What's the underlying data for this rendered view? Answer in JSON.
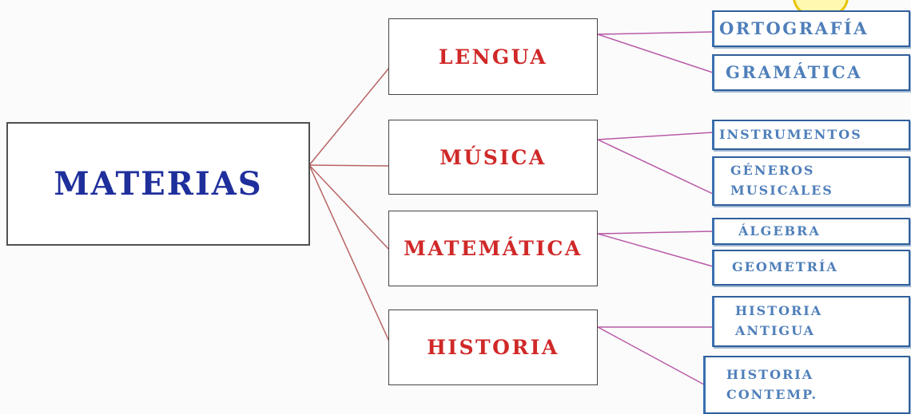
{
  "root": {
    "label": "MATERIAS"
  },
  "colors": {
    "root_text": "#1f2f9c",
    "category_text": "#d02828",
    "subtopic_text": "#4f7fba",
    "connector": "#b85aa8",
    "root_connector": "#b86464"
  },
  "categories": [
    {
      "label": "LENGUA",
      "children": [
        {
          "label": "ORTOGRAFÍA"
        },
        {
          "label": "GRAMÁTICA"
        }
      ]
    },
    {
      "label": "MÚSICA",
      "children": [
        {
          "label": "INSTRUMENTOS"
        },
        {
          "label": "GÉNEROS\nMUSICALES"
        }
      ]
    },
    {
      "label": "MATEMÁTICA",
      "children": [
        {
          "label": "ÁLGEBRA"
        },
        {
          "label": "GEOMETRÍA"
        }
      ]
    },
    {
      "label": "HISTORIA",
      "children": [
        {
          "label": "HISTORIA\nANTIGUA"
        },
        {
          "label": "HISTORIA\nCONTEMP."
        }
      ]
    }
  ]
}
